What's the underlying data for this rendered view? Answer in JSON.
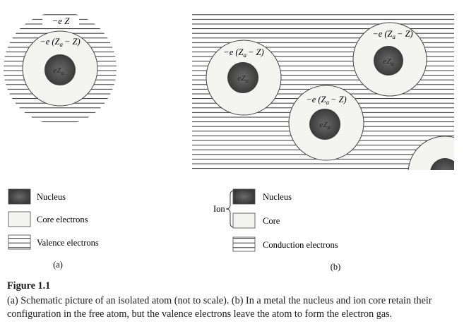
{
  "panel_a": {
    "outer_label": "−e Z",
    "core_label": "−e (Z",
    "core_label_sub": "a",
    "core_label_tail": "− Z)",
    "nucleus_label": "eZ",
    "nucleus_label_sub": "a",
    "legend": {
      "nucleus": "Nucleus",
      "core": "Core electrons",
      "valence": "Valence electrons"
    },
    "panel_label": "(a)"
  },
  "panel_b": {
    "ion_label_1": "−e (Z",
    "ion_label_1_sub": "a",
    "ion_label_1_tail": "− Z)",
    "ion_label_2": "−e (Z",
    "ion_label_2_sub": "a",
    "ion_label_2_tail": "− Z)",
    "ion_label_3": "−e (Z",
    "ion_label_3_sub": "a",
    "ion_label_3_tail": "− Z)",
    "nucleus_label": "eZ",
    "nucleus_label_sub": "a",
    "legend": {
      "group": "Ion",
      "nucleus": "Nucleus",
      "core": "Core",
      "conduction": "Conduction electrons"
    },
    "panel_label": "(b)"
  },
  "caption": {
    "title": "Figure 1.1",
    "text": "(a) Schematic picture of an isolated atom (not to scale). (b) In a metal the nucleus and ion core retain their configuration in the free atom, but the valence electrons leave the atom to form the electron gas."
  },
  "colors": {
    "nucleus": "#4a4a4a",
    "core": "#f4f4f0",
    "lines": "#333333"
  }
}
